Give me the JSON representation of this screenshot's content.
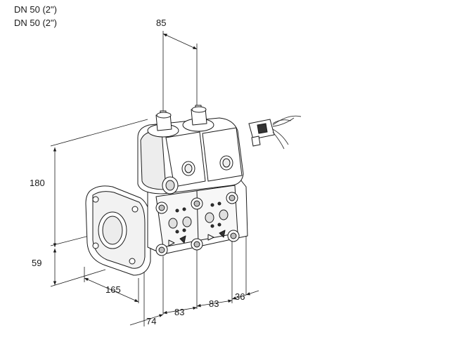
{
  "header": {
    "line1": "DN 50 (2\")",
    "line2": "DN 50 (2\")"
  },
  "dimensions": {
    "top_width": "85",
    "height_total": "180",
    "height_center": "59",
    "flange_depth": "165",
    "offset_a": "74",
    "module_1": "83",
    "module_2": "83",
    "end_offset": "36"
  },
  "colors": {
    "line": "#1a1a1a",
    "body_fill": "#ffffff",
    "shade": "#d9d9d9",
    "dark": "#333333"
  }
}
